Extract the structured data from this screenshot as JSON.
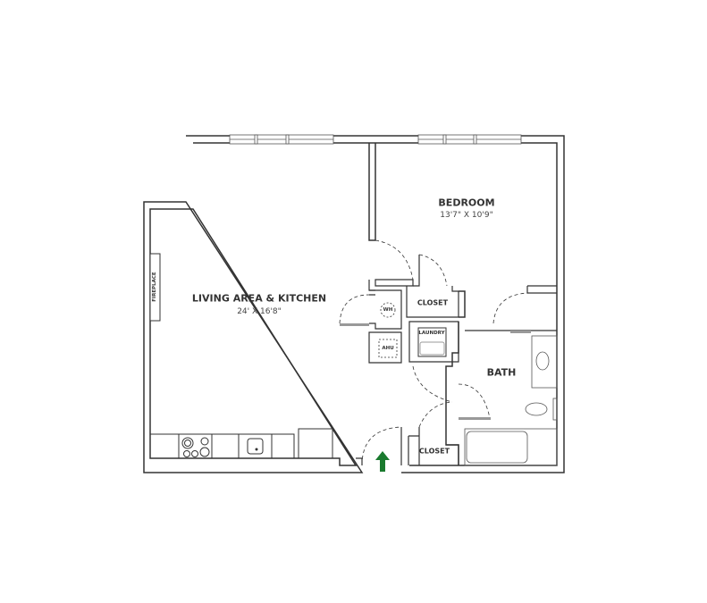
{
  "floorplan": {
    "rooms": [
      {
        "id": "living",
        "name": "LIVING AREA & KITCHEN",
        "dimensions": "24' X 16'8\""
      },
      {
        "id": "bedroom",
        "name": "BEDROOM",
        "dimensions": "13'7\" X 10'9\""
      },
      {
        "id": "bath",
        "name": "BATH"
      },
      {
        "id": "closet-upper",
        "name": "CLOSET"
      },
      {
        "id": "closet-lower",
        "name": "CLOSET"
      }
    ],
    "fixtures": {
      "fireplace": "FIREPLACE",
      "water_heater": "WH",
      "air_handler": "AHU",
      "laundry": "LAUNDRY"
    },
    "entry_arrow_color": "#1a7a2e",
    "wall_color": "#333333"
  }
}
